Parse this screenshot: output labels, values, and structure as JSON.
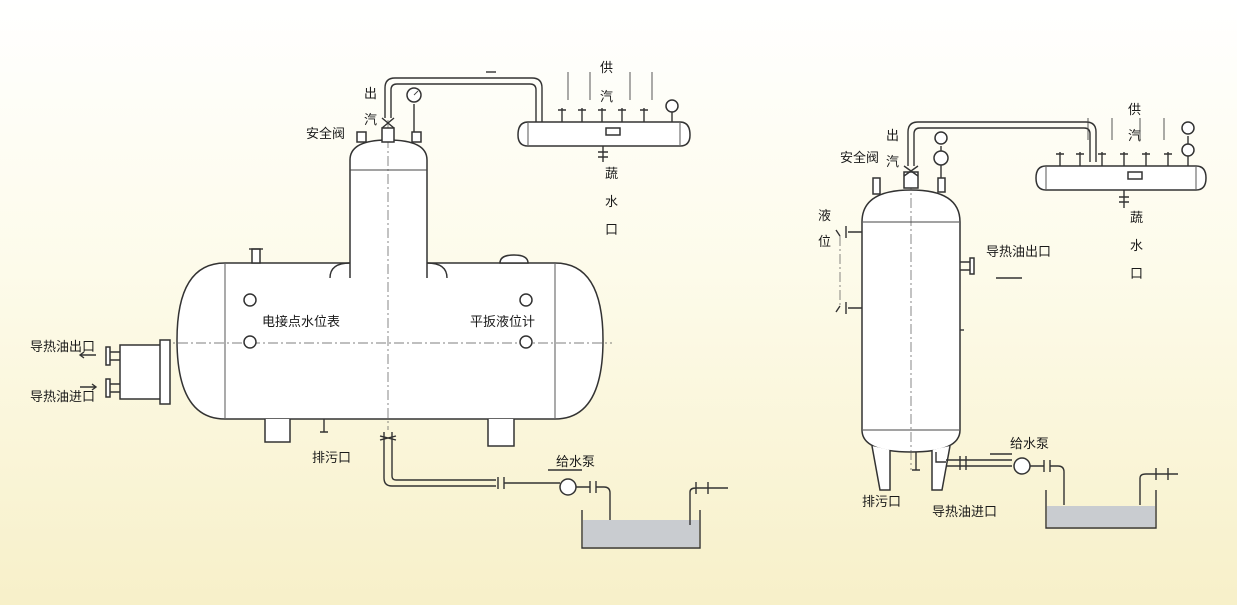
{
  "left_system": {
    "supply_steam_v": [
      "供",
      "汽"
    ],
    "outlet_steam_v": [
      "出",
      "汽"
    ],
    "drain_v": [
      "蔬",
      "水",
      "口"
    ],
    "safety_valve": "安全阀",
    "electrode_gauge": "电接点水位表",
    "level_gauge": "平扳液位计",
    "oil_out": "导热油出口",
    "oil_in": "导热油进口",
    "blowdown": "排污口",
    "feed_pump": "给水泵"
  },
  "right_system": {
    "supply_steam_v": [
      "供",
      "汽"
    ],
    "outlet_steam_v": [
      "出",
      "汽"
    ],
    "drain_v": [
      "蔬",
      "水",
      "口"
    ],
    "safety_valve": "安全阀",
    "liquid_level_v": [
      "液",
      "位"
    ],
    "oil_out": "导热油出口",
    "oil_in": "导热油进口",
    "blowdown": "排污口",
    "feed_pump": "给水泵"
  },
  "colors": {
    "line": "#333333",
    "background": "#fdfbea",
    "water": "#c9ccd0"
  }
}
